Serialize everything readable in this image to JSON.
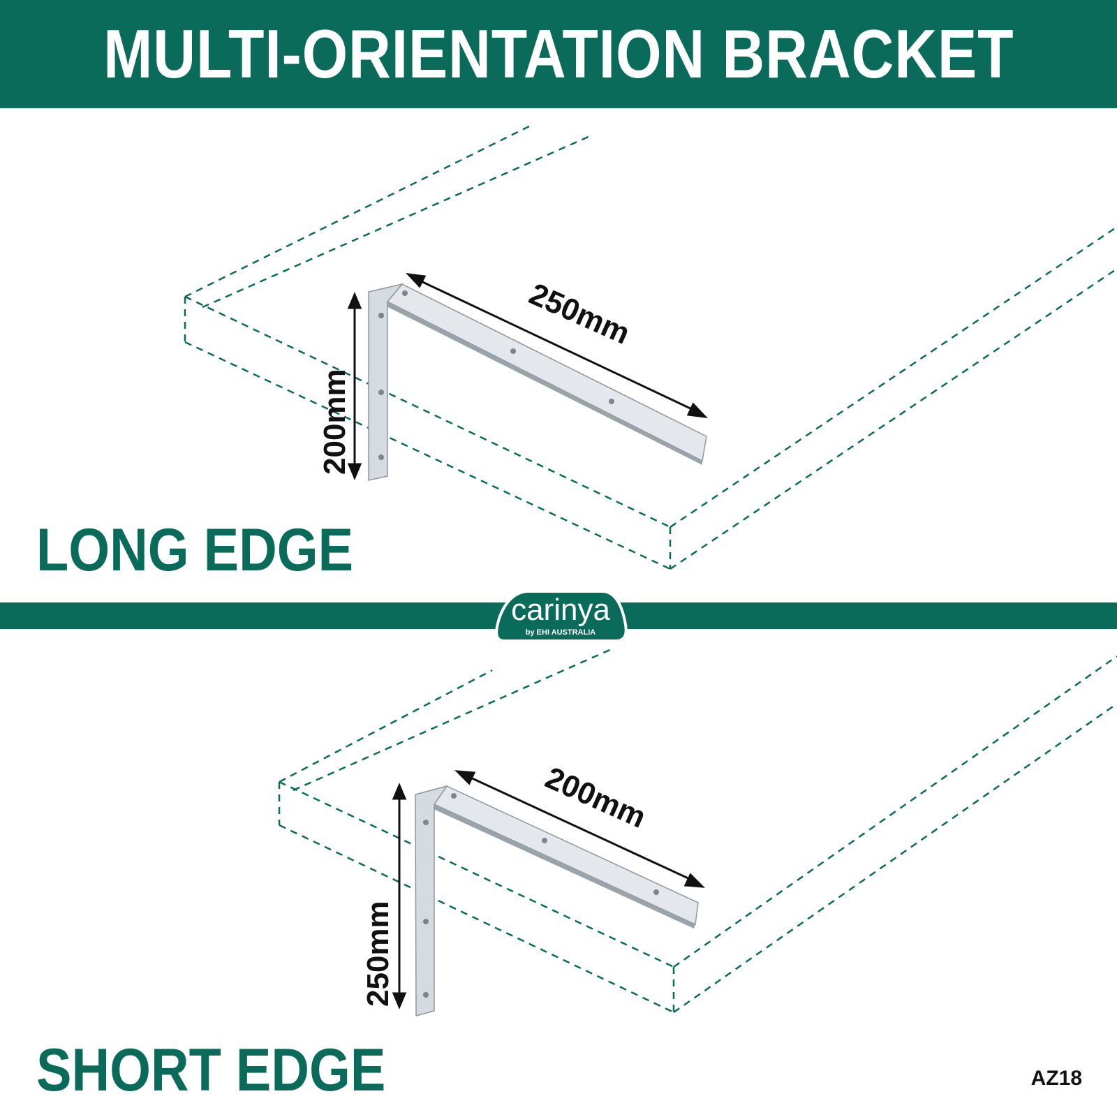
{
  "header": {
    "title": "MULTI-ORIENTATION BRACKET"
  },
  "panels": {
    "long": {
      "label": "LONG EDGE",
      "horizontal_dim": "250mm",
      "vertical_dim": "200mm"
    },
    "short": {
      "label": "SHORT EDGE",
      "horizontal_dim": "200mm",
      "vertical_dim": "250mm"
    }
  },
  "logo": {
    "wordmark": "carinya",
    "tagline": "by EHI AUSTRALIA"
  },
  "product_code": "AZ18",
  "colors": {
    "brand_green": "#0b6b5b",
    "steel": "#d9dee3",
    "dimension": "#111111"
  }
}
